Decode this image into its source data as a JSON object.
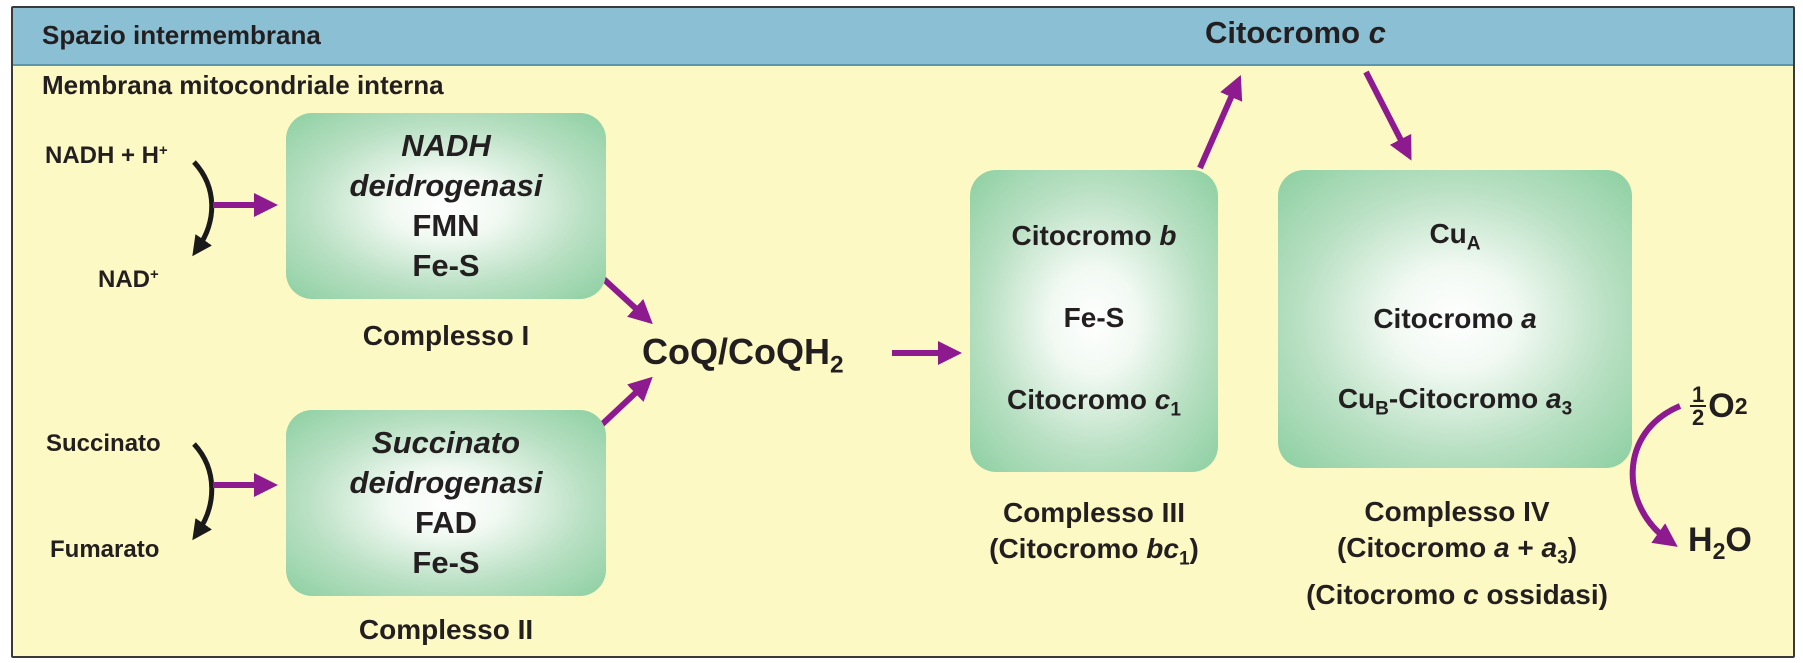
{
  "header": {
    "intermembrane_space": "Spazio intermembrana",
    "inner_membrane": "Membrana mitocondriale interna",
    "cytochrome_c": {
      "name": "Citocromo",
      "letter": "c"
    }
  },
  "inputs": {
    "nadh": "NADH + H",
    "nadh_sup": "+",
    "nad": "NAD",
    "nad_sup": "+",
    "succinate": "Succinato",
    "fumarate": "Fumarato"
  },
  "complex1": {
    "line1": "NADH",
    "line2": "deidrogenasi",
    "line3": "FMN",
    "line4": "Fe-S",
    "label": "Complesso I"
  },
  "complex2": {
    "line1": "Succinato",
    "line2": "deidrogenasi",
    "line3": "FAD",
    "line4": "Fe-S",
    "label": "Complesso II"
  },
  "coq": {
    "text": "CoQ/CoQH",
    "sub": "2"
  },
  "complex3": {
    "cyt_b_name": "Citocromo",
    "cyt_b_letter": "b",
    "fes": "Fe-S",
    "cyt_c1_name": "Citocromo",
    "cyt_c1_letter": "c",
    "cyt_c1_sub": "1",
    "label": "Complesso III",
    "alt_open": "(Citocromo",
    "alt_letter": "bc",
    "alt_sub": "1",
    "alt_close": ")"
  },
  "complex4": {
    "cua": "Cu",
    "cua_sub": "A",
    "cyt_a_name": "Citocromo",
    "cyt_a_letter": "a",
    "cub": "Cu",
    "cub_sub": "B",
    "cub_rest": "-Citocromo",
    "cub_letter": "a",
    "cub_letter_sub": "3",
    "label": "Complesso IV",
    "alt1_open": "(Citocromo",
    "alt1_a": "a",
    "alt1_plus": "+",
    "alt1_a3": "a",
    "alt1_a3_sub": "3",
    "alt1_close": ")",
    "alt2_open": "(Citocromo",
    "alt2_letter": "c",
    "alt2_rest": "ossidasi)"
  },
  "oxygen": {
    "num": "1",
    "den": "2",
    "o": "O",
    "o_sub": "2"
  },
  "water": {
    "h": "H",
    "h_sub": "2",
    "o": "O"
  },
  "colors": {
    "membrane_background": "#fdf9c5",
    "intermembrane_band": "#8bbfd3",
    "complex_box_green": "#8ccfa1",
    "electron_flow_arrow": "#8e1a8f",
    "reaction_arrow": "#1a1a1a"
  }
}
